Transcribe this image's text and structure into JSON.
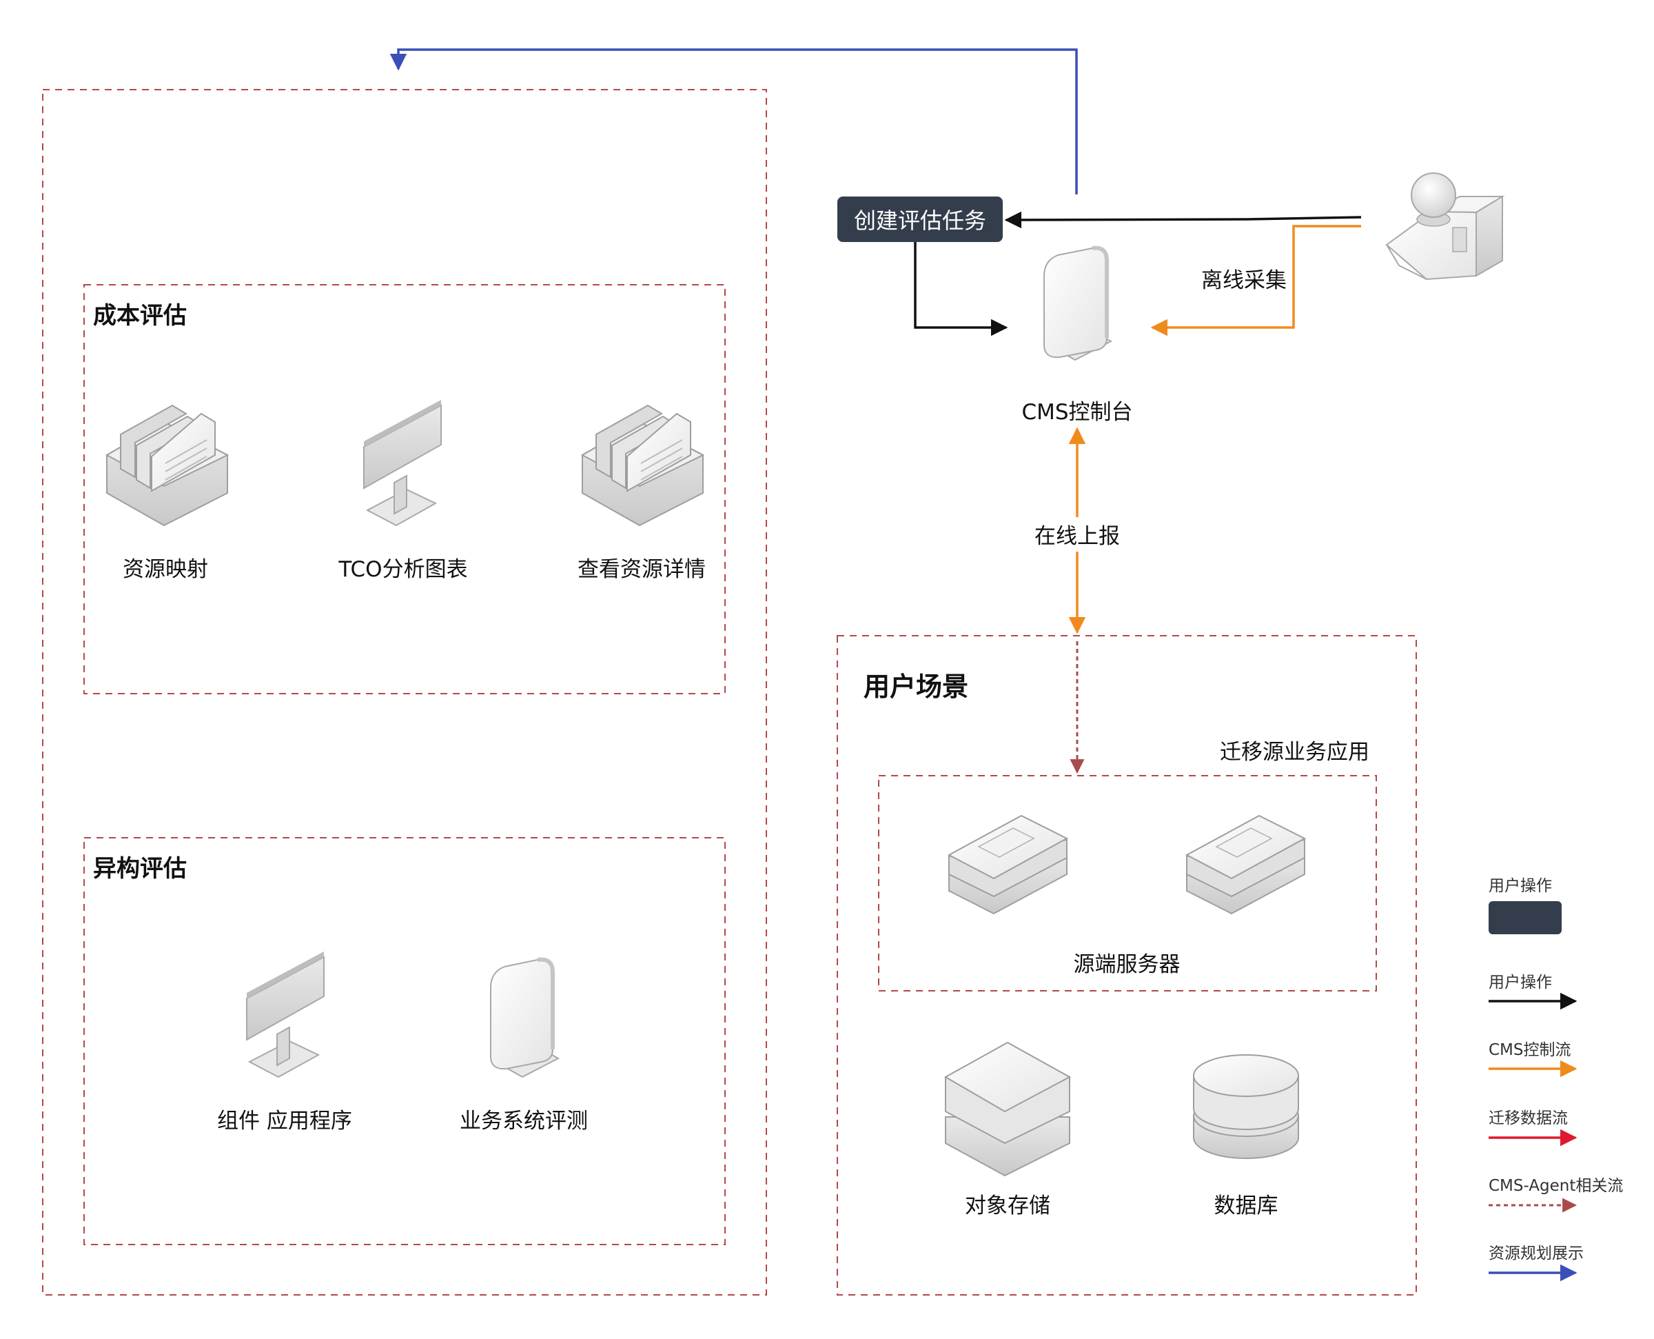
{
  "colors": {
    "user_op": "#111111",
    "cms_control": "#f08a1d",
    "migration_data": "#e0192e",
    "agent_flow": "#a94b4b",
    "resource_display": "#3a4fb8",
    "button_bg": "#343d4b",
    "group_border": "#b34848"
  },
  "user_action": {
    "label": "创建评估任务"
  },
  "console": {
    "label": "CMS控制台"
  },
  "edges": {
    "offline_collect": "离线采集",
    "online_report": "在线上报"
  },
  "cost_assessment": {
    "title": "成本评估",
    "items": [
      {
        "label": "资源映射",
        "icon": "server-rack-icon"
      },
      {
        "label": "TCO分析图表",
        "icon": "monitor-icon"
      },
      {
        "label": "查看资源详情",
        "icon": "server-rack-icon"
      }
    ]
  },
  "hetero_assessment": {
    "title": "异构评估",
    "items": [
      {
        "label": "组件 应用程序",
        "icon": "monitor-icon"
      },
      {
        "label": "业务系统评测",
        "icon": "terminal-icon"
      }
    ]
  },
  "user_scene": {
    "title": "用户场景",
    "source_group_label": "迁移源业务应用",
    "source_servers_label": "源端服务器",
    "object_storage_label": "对象存储",
    "database_label": "数据库"
  },
  "legend": {
    "items": [
      {
        "label": "用户操作",
        "kind": "box"
      },
      {
        "label": "用户操作",
        "kind": "arrow",
        "color": "#111111"
      },
      {
        "label": "CMS控制流",
        "kind": "arrow",
        "color": "#f08a1d"
      },
      {
        "label": "迁移数据流",
        "kind": "arrow",
        "color": "#e0192e"
      },
      {
        "label": "CMS-Agent相关流",
        "kind": "dashed-arrow",
        "color": "#a94b4b"
      },
      {
        "label": "资源规划展示",
        "kind": "arrow",
        "color": "#3a4fb8"
      }
    ]
  }
}
